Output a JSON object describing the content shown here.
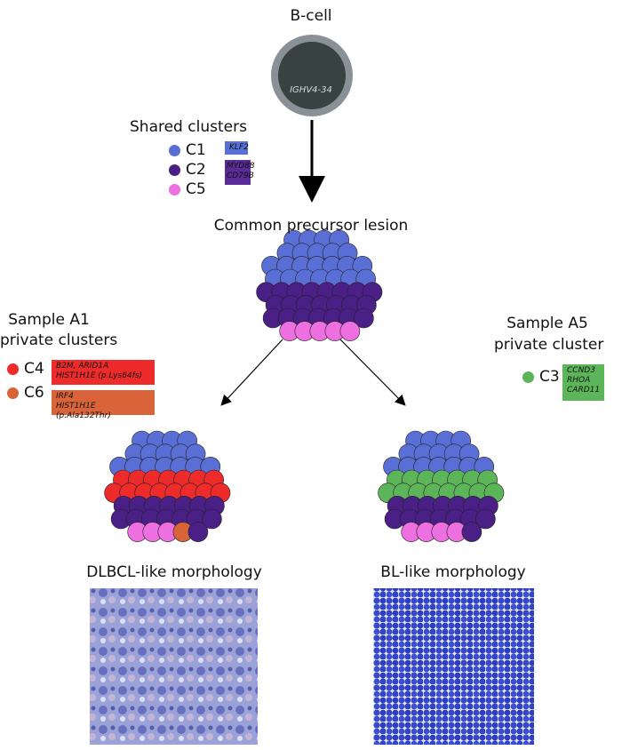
{
  "top": {
    "title": "B-cell",
    "gene": "IGHV4-34"
  },
  "shared": {
    "title": "Shared clusters",
    "items": [
      {
        "label": "C1",
        "color": "#5a6fd6",
        "tag_lines": [
          "KLF2"
        ],
        "tag_color": "#5a6fd6"
      },
      {
        "label": "C2",
        "color": "#4a1f86",
        "tag_lines": [
          "MYD88",
          "CD79B"
        ],
        "tag_color": "#5a2a96"
      },
      {
        "label": "C5",
        "color": "#ee6fe0",
        "tag_lines": [],
        "tag_color": ""
      }
    ]
  },
  "precursor": {
    "title": "Common precursor lesion"
  },
  "sample_a1": {
    "title_line1": "Sample A1",
    "title_line2": "private clusters",
    "items": [
      {
        "label": "C4",
        "color": "#ee2b2b",
        "tag_lines": [
          "B2M, ARID1A",
          "HIST1H1E (p.Lys64fs)"
        ],
        "tag_color": "#ee2b2b"
      },
      {
        "label": "C6",
        "color": "#d9643a",
        "tag_lines": [
          "IRF4",
          "HIST1H1E (p.Ala132Thr)"
        ],
        "tag_color": "#d9643a"
      }
    ]
  },
  "sample_a5": {
    "title_line1": "Sample A5",
    "title_line2": "private cluster",
    "items": [
      {
        "label": "C3",
        "color": "#5db55a",
        "tag_lines": [
          "CCND3",
          "RHOA",
          "CARD11"
        ],
        "tag_color": "#5db55a"
      }
    ]
  },
  "left_outcome": {
    "title": "DLBCL-like morphology"
  },
  "right_outcome": {
    "title": "BL-like morphology"
  },
  "colors": {
    "c1": "#5a6fd6",
    "c2": "#4a1f86",
    "c5": "#ee6fe0",
    "c4": "#ee2b2b",
    "c6": "#d9643a",
    "c3": "#5db55a",
    "bcell_outer": "#8a9196",
    "bcell_inner": "#374241"
  }
}
